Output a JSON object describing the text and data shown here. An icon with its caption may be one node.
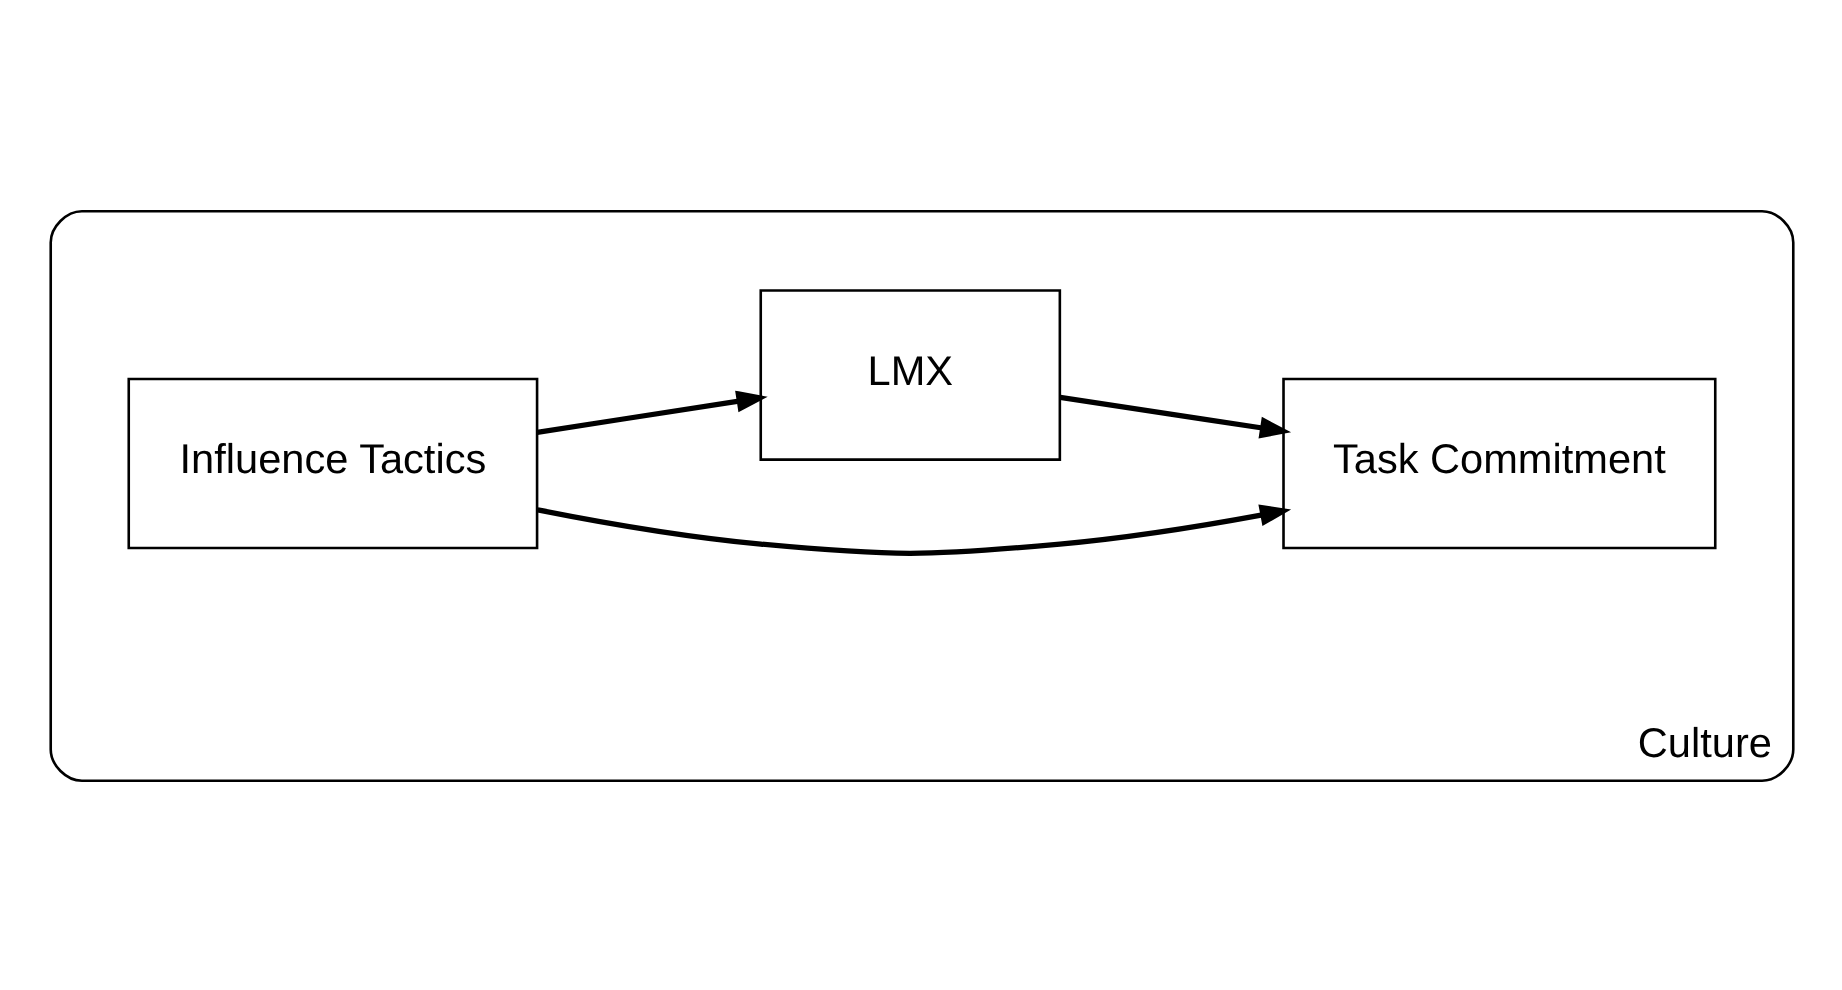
{
  "diagram": {
    "nodes": [
      {
        "text": [
          "Culture"
        ]
      },
      {
        "text": [
          "Influence Tactics"
        ],
        "in": 0
      },
      {
        "text": [
          "Task Commitment"
        ],
        "in": 0
      },
      {
        "text": [
          "LMX"
        ],
        "in": 0
      }
    ],
    "edges": [
      {
        "from": 1,
        "to": 2,
        "arrow": "to"
      },
      {
        "from": 1,
        "to": 3,
        "arrow": "to"
      },
      {
        "from": 3,
        "to": 2,
        "arrow": "to"
      }
    ]
  }
}
